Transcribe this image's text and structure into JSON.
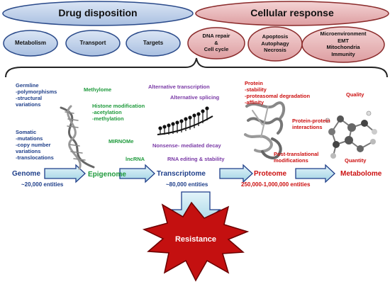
{
  "header": {
    "left_title": "Drug disposition",
    "right_title": "Cellular response"
  },
  "drug_disposition": [
    "Metabolism",
    "Transport",
    "Targets"
  ],
  "cellular_response": [
    "DNA repair\n&\nCell cycle",
    "Apoptosis\nAutophagy\nNecrosis",
    "Microenvironment\nEMT\nMitochondria\nImmunity"
  ],
  "genome": {
    "germline": "Germline\n-polymorphisms\n-structural\n variations",
    "somatic": "Somatic\n-mutations\n-copy number\n variations\n-translocations",
    "label": "Genome",
    "entities": "~20,000 entities"
  },
  "epigenome": {
    "methylome": "Methylome",
    "histone": "Histone modification\n-acetylation\n-methylation",
    "mirnome": "MIRNOMe",
    "lncrna": "lncRNA",
    "label": "Epigenome"
  },
  "transcriptome": {
    "alt_transcription": "Alternative transcription",
    "alt_splicing": "Alternative splicing",
    "nmd": "Nonsense- mediated decay",
    "rna_editing": "RNA editing & stability",
    "label": "Transcriptome",
    "entities": "~80,000 entities"
  },
  "proteome": {
    "protein": "Protein\n-stability\n-proteasomal degradation\n-affinity",
    "ppi": "Protein-protein\ninteractions",
    "ptm": "Post-translational\nmodifications",
    "label": "Proteome",
    "entities": "250,000-1,000,000 entities"
  },
  "metabolome": {
    "quality": "Quality",
    "quantity": "Quantity",
    "label": "Metabolome"
  },
  "outcome": {
    "label": "Resistance"
  },
  "colors": {
    "blue_ellipse": "#b9cbe6",
    "pink_ellipse": "#e6b4b6",
    "arrow_fill": "#bfe3ee",
    "arrow_stroke": "#1f3f8a",
    "burst_fill": "#c41010",
    "text_blue": "#1f3f8a",
    "text_green": "#1f9a3c",
    "text_purple": "#7a3aa6",
    "text_red": "#cc1010"
  }
}
